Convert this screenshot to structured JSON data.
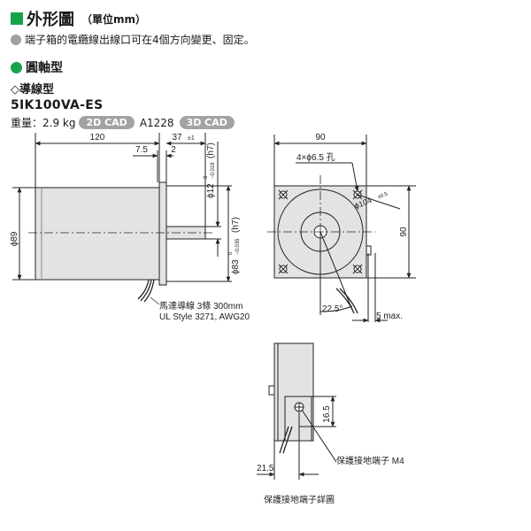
{
  "header": {
    "title": "外形圖",
    "unit": "（單位mm）"
  },
  "note": "端子箱的電纜線出線口可在4個方向變更、固定。",
  "shaft_type": "圓軸型",
  "lead_type": "◇導線型",
  "model": "5IK100VA-ES",
  "weight": "重量：2.9 kg",
  "cad": {
    "badge_2d": "2D CAD",
    "code": "A1228",
    "badge_3d": "3D CAD"
  },
  "colors": {
    "accent": "#17a34a",
    "badge": "#a3a3a3",
    "motor_fill": "#e3e3e3"
  },
  "side_view": {
    "dim_body": "120",
    "dim_shaft": "37",
    "dim_shaft_tol": "±1",
    "dim_7_5": "7.5",
    "dim_2": "2",
    "dia_shaft": "ϕ12",
    "dia_shaft_tol_upper": "0",
    "dia_shaft_tol_lower": "−0.018",
    "dia_shaft_fit": "(h7)",
    "dia_pilot": "ϕ83",
    "dia_pilot_tol_upper": "0",
    "dia_pilot_tol_lower": "−0.035",
    "dia_pilot_fit": "(h7)",
    "dia_body": "ϕ89",
    "lead_label_1": "馬達導線 3條 300mm",
    "lead_label_2": "UL Style 3271, AWG20"
  },
  "front_view": {
    "dim_width": "90",
    "dim_height": "90",
    "holes": "4×ϕ6.5 孔",
    "pcd": "ϕ104",
    "pcd_tol": "±0.5",
    "angle": "22.5°",
    "max_label": "5 max."
  },
  "terminal_view": {
    "dim_16_5": "16.5",
    "dim_21_5": "21.5",
    "ground_label": "保護接地端子 M4",
    "caption": "保護接地端子詳圖"
  }
}
